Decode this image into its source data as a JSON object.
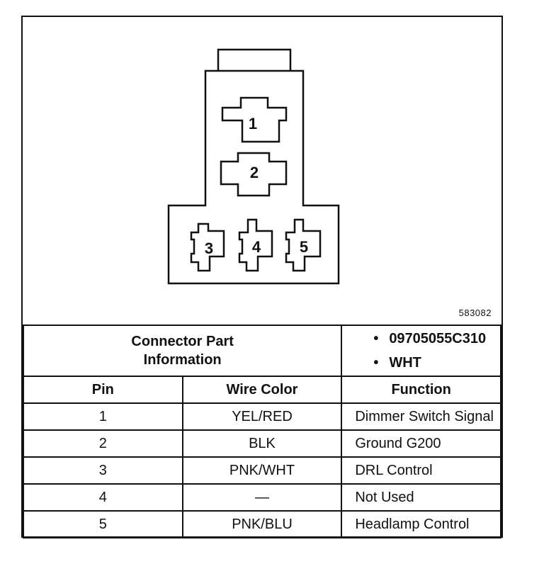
{
  "figure_id": "583082",
  "connector": {
    "pins_shown": [
      "1",
      "2",
      "3",
      "4",
      "5"
    ]
  },
  "part_info": {
    "label_line1": "Connector Part",
    "label_line2": "Information",
    "values": [
      "09705055C310",
      "WHT"
    ],
    "bullet": "•"
  },
  "table": {
    "headers": [
      "Pin",
      "Wire Color",
      "Function"
    ],
    "rows": [
      {
        "pin": "1",
        "wire": "YEL/RED",
        "function": "Dimmer Switch Signal"
      },
      {
        "pin": "2",
        "wire": "BLK",
        "function": "Ground G200"
      },
      {
        "pin": "3",
        "wire": "PNK/WHT",
        "function": "DRL Control"
      },
      {
        "pin": "4",
        "wire": "—",
        "function": "Not Used"
      },
      {
        "pin": "5",
        "wire": "PNK/BLU",
        "function": "Headlamp Control"
      }
    ]
  }
}
